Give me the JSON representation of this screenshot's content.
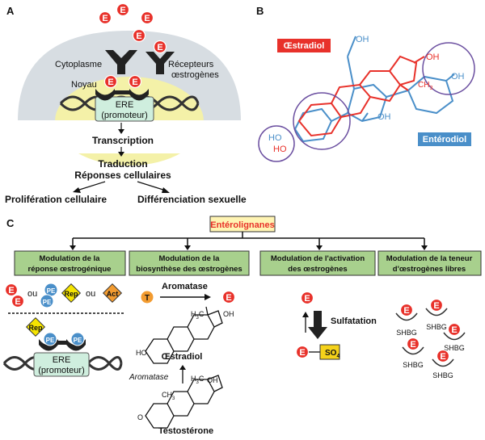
{
  "panelA": {
    "letter": "A",
    "cytoplasme": "Cytoplasme",
    "recepteurs": [
      "Récepteurs",
      "œstrogènes"
    ],
    "noyau": "Noyau",
    "ere": "ERE",
    "promoteur": "(promoteur)",
    "transcription": "Transcription",
    "traduction": "Traduction",
    "reponses": "Réponses cellulaires",
    "proliferation": "Prolifération cellulaire",
    "differenciation": "Différenciation sexuelle",
    "estrogen_symbol": "E"
  },
  "panelB": {
    "letter": "B",
    "oestradiol": "Œstradiol",
    "enterodiol": "Entérodiol",
    "oh": "OH",
    "ho": "HO",
    "ch3": "CH",
    "ch3_sub": "3",
    "colors": {
      "oestradiol": "#e8312a",
      "enterodiol": "#4a8fc9",
      "circle": "#6b4fa0"
    }
  },
  "panelC": {
    "letter": "C",
    "enterolignanes": "Entérolignanes",
    "boxes": [
      [
        "Modulation de la",
        "réponse œstrogénique"
      ],
      [
        "Modulation de la",
        "biosynthèse des œstrogènes"
      ],
      [
        "Modulation de l'activation",
        "des œstrogènes"
      ],
      [
        "Modulation de la teneur",
        "d'œstrogènes libres"
      ]
    ],
    "ou": "ou",
    "pe": "PE",
    "rep": "Rep",
    "act": "Act",
    "ere": "ERE",
    "promoteur": "(promoteur)",
    "aromatase": "Aromatase",
    "aromatase_italic": "Aromatase",
    "t": "T",
    "h3c": "H",
    "h3c_sub": "3",
    "h3c_c": "C",
    "oh": "OH",
    "ho": "HO",
    "ch3": "CH",
    "ch3_sub": "3",
    "o": "O",
    "oestradiol": "Œstradiol",
    "testosterone": "Testostérone",
    "sulfatation": "Sulfatation",
    "so4": "SO",
    "so4_sub": "4",
    "shbg": "SHBG",
    "colors": {
      "box": "#a8d08d",
      "enterolignanes_bg": "#fff4b3",
      "enterolignanes_text": "#e8312a",
      "estrogen": "#e8312a",
      "pe": "#4a8fc9",
      "rep": "#f5e400",
      "act": "#f29b30",
      "t": "#f29b30",
      "so4": "#f5d21a",
      "ere_bg": "#cfeede"
    }
  }
}
